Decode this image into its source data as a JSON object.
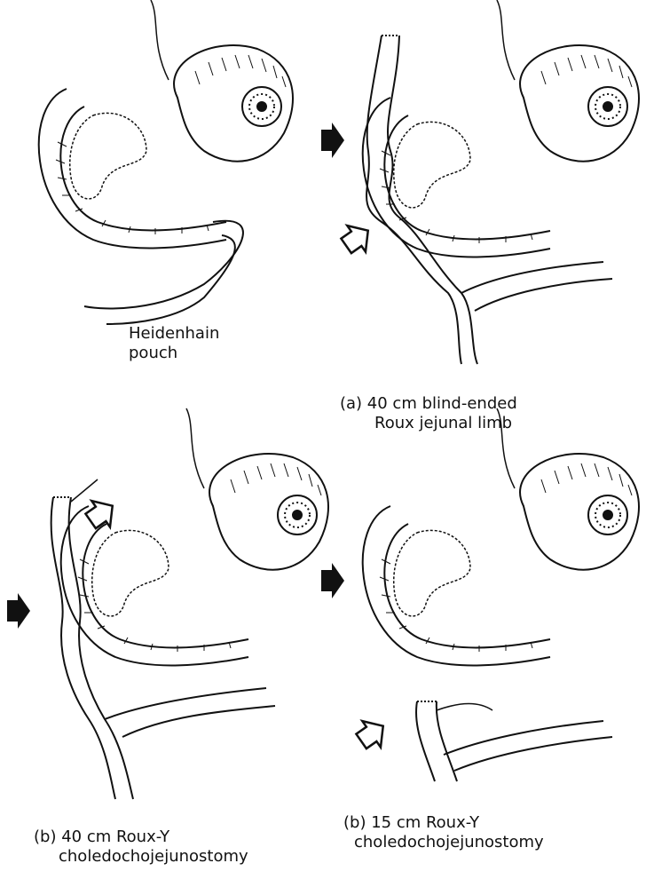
{
  "panels": [
    {
      "id": "heidenhain",
      "caption_line1": "Heidenhain",
      "caption_line2": "pouch"
    },
    {
      "id": "roux-40-blind",
      "caption_line1": "(a)  40 cm  blind-ended",
      "caption_line2": "Roux jejunal limb"
    },
    {
      "id": "roux-y-40",
      "caption_line1": "(b)  40 cm  Roux-Y",
      "caption_line2": "choledochojejunostomy"
    },
    {
      "id": "roux-y-15",
      "caption_line1": "(b)  15 cm  Roux-Y",
      "caption_line2": "choledochojejunostomy"
    }
  ],
  "colors": {
    "ink": "#111111",
    "paper": "#ffffff"
  },
  "icons": [
    "solid-arrow-icon",
    "hollow-arrow-icon"
  ]
}
